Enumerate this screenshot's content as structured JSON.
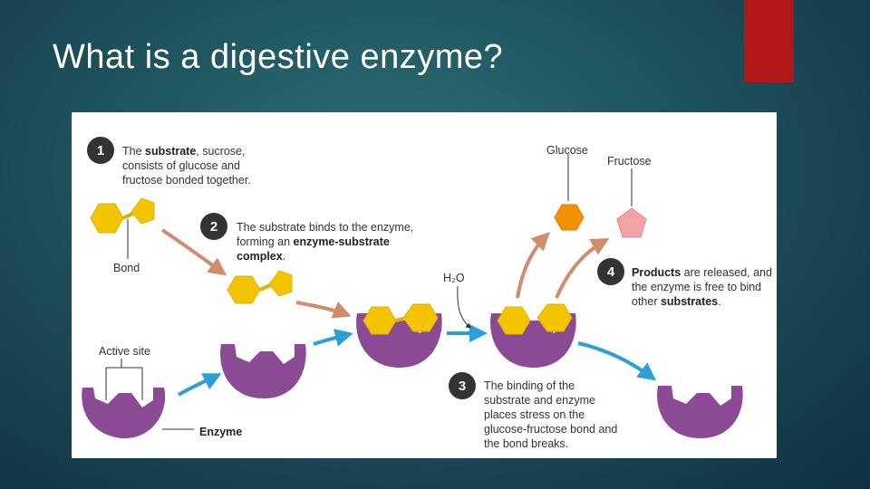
{
  "slide": {
    "title": "What is a digestive enzyme?",
    "accent_color": "#b01717"
  },
  "diagram": {
    "step1": {
      "number": "1",
      "pre": "The ",
      "bold": "substrate",
      "post": ", sucrose, consists of glucose and fructose bonded together."
    },
    "step2": {
      "number": "2",
      "pre": "The substrate binds to the enzyme, forming an ",
      "bold": "enzyme-substrate complex",
      "post": "."
    },
    "step3": {
      "number": "3",
      "text": "The binding of the substrate and enzyme places stress on the glucose-fructose bond and the bond breaks."
    },
    "step4": {
      "number": "4",
      "bold": "Products",
      "pre": " are released, and the enzyme is free to bind other ",
      "bold2": "substrates",
      "post": "."
    },
    "labels": {
      "bond": "Bond",
      "active_site": "Active site",
      "enzyme": "Enzyme",
      "water": "H₂O",
      "glucose": "Glucose",
      "fructose": "Fructose"
    },
    "colors": {
      "substrate_yellow": "#f5c400",
      "enzyme_purple": "#8a4a94",
      "glucose_orange": "#f39200",
      "fructose_pink": "#f4a2a6",
      "arrow_brown": "#d08c6d",
      "arrow_blue": "#2a9fd8",
      "badge_dark": "#333333"
    }
  }
}
